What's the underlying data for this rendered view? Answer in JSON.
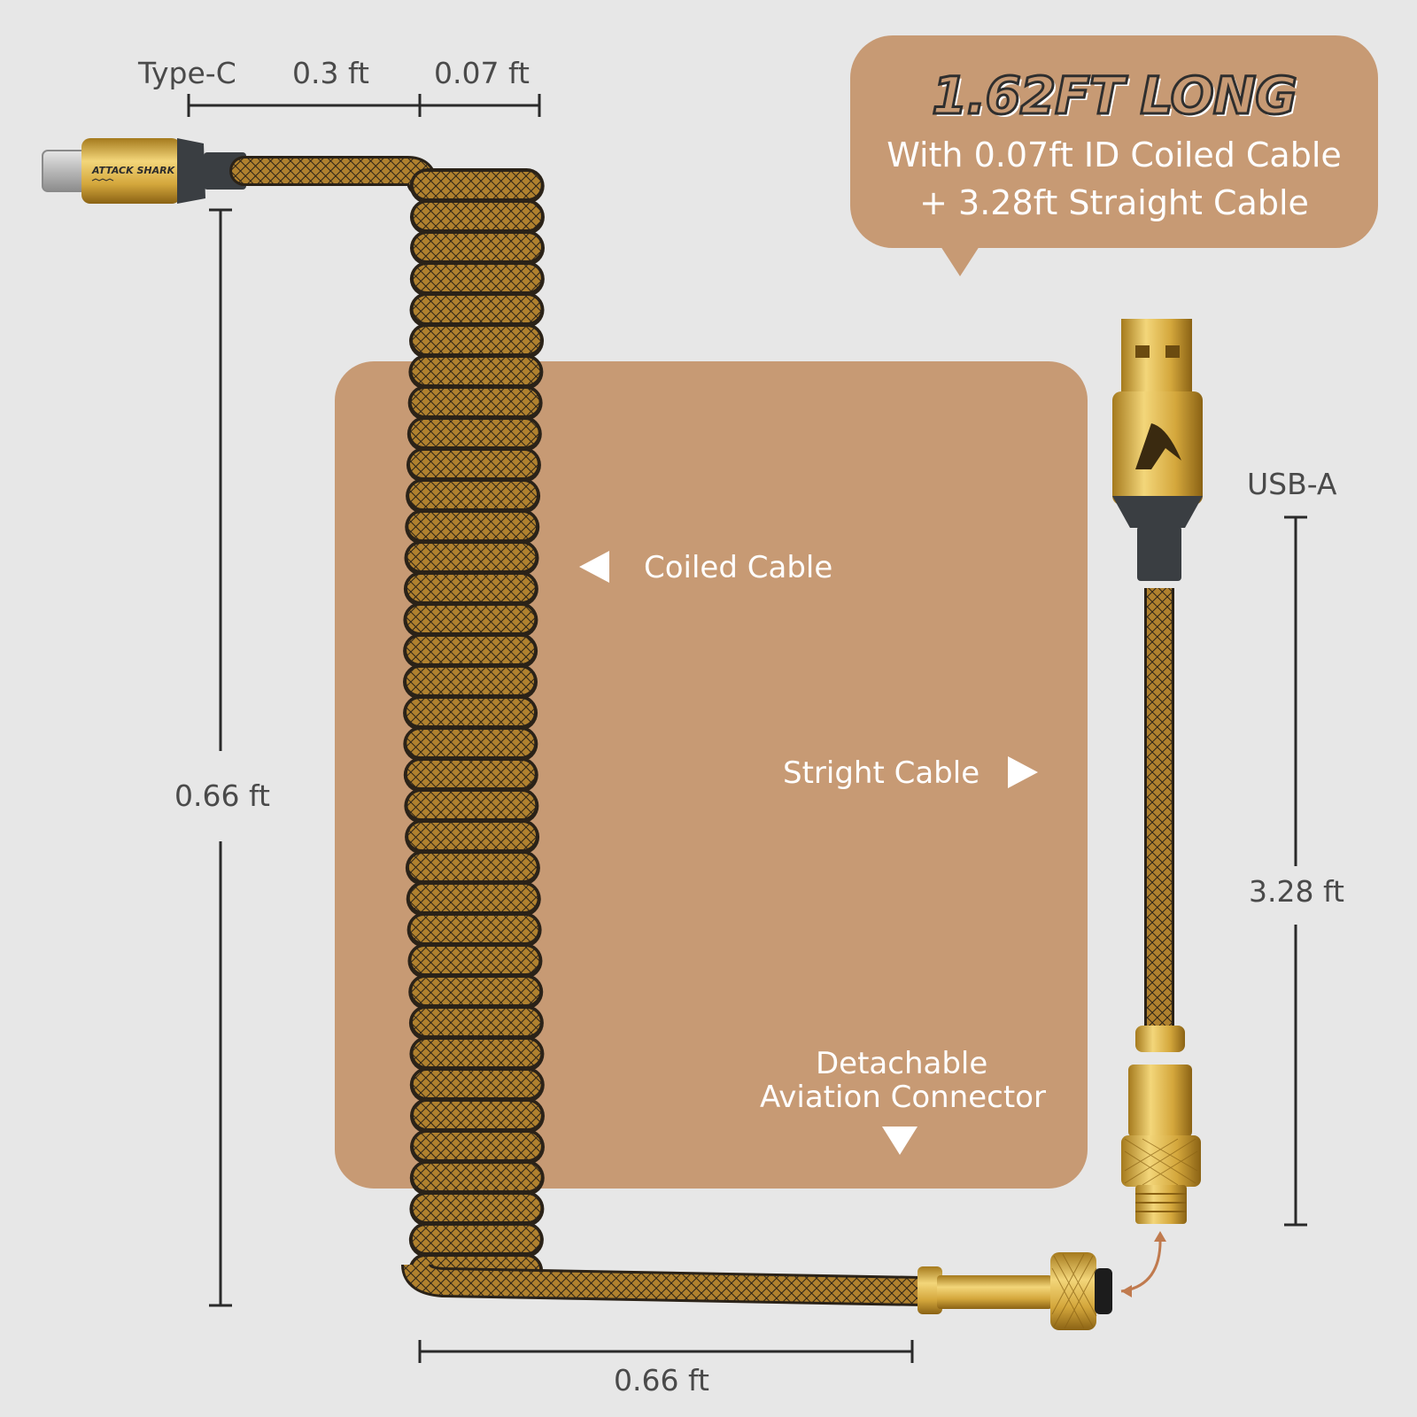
{
  "colors": {
    "background": "#e7e7e7",
    "panel": "#c79a74",
    "cable_gold": "#b0812e",
    "cable_dark": "#2a2218",
    "connector_gold": "#e0b94a",
    "dimension_line": "#2a2a2a",
    "arrow_accent": "#c07a4e"
  },
  "callout": {
    "headline": "1.62FT LONG",
    "line1": "With 0.07ft ID Coiled Cable",
    "line2": "+ 3.28ft Straight Cable"
  },
  "dimensions": {
    "type_c_label": "Type-C",
    "top_segment_1": "0.3 ft",
    "top_segment_2": "0.07 ft",
    "left_height": "0.66 ft",
    "bottom_width": "0.66 ft",
    "usb_a_label": "USB-A",
    "right_height": "3.28 ft"
  },
  "panel_labels": {
    "coiled_cable": "Coiled Cable",
    "straight_cable": "Stright Cable",
    "detachable_line1": "Detachable",
    "detachable_line2": "Aviation Connector"
  },
  "connectors": {
    "type_c_brand": "ATTACK SHARK"
  },
  "icons": {
    "coiled_arrow": "triangle-left-icon",
    "straight_arrow": "triangle-right-icon",
    "detachable_arrow": "triangle-down-icon",
    "usb_logo": "shark-fin-icon"
  }
}
